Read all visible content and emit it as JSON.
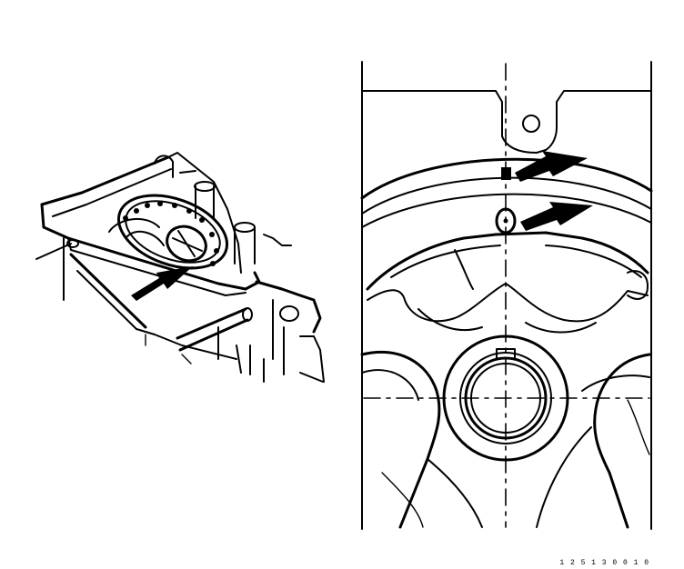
{
  "figure": {
    "panels": [
      {
        "name": "engine-front-overview",
        "arrows": 1
      },
      {
        "name": "timing-sprocket-detail",
        "arrows": 2
      }
    ],
    "reference_code": "1 2 5 1 3 0 0 1 0"
  },
  "colors": {
    "ink": "#000000",
    "paper": "#ffffff"
  }
}
